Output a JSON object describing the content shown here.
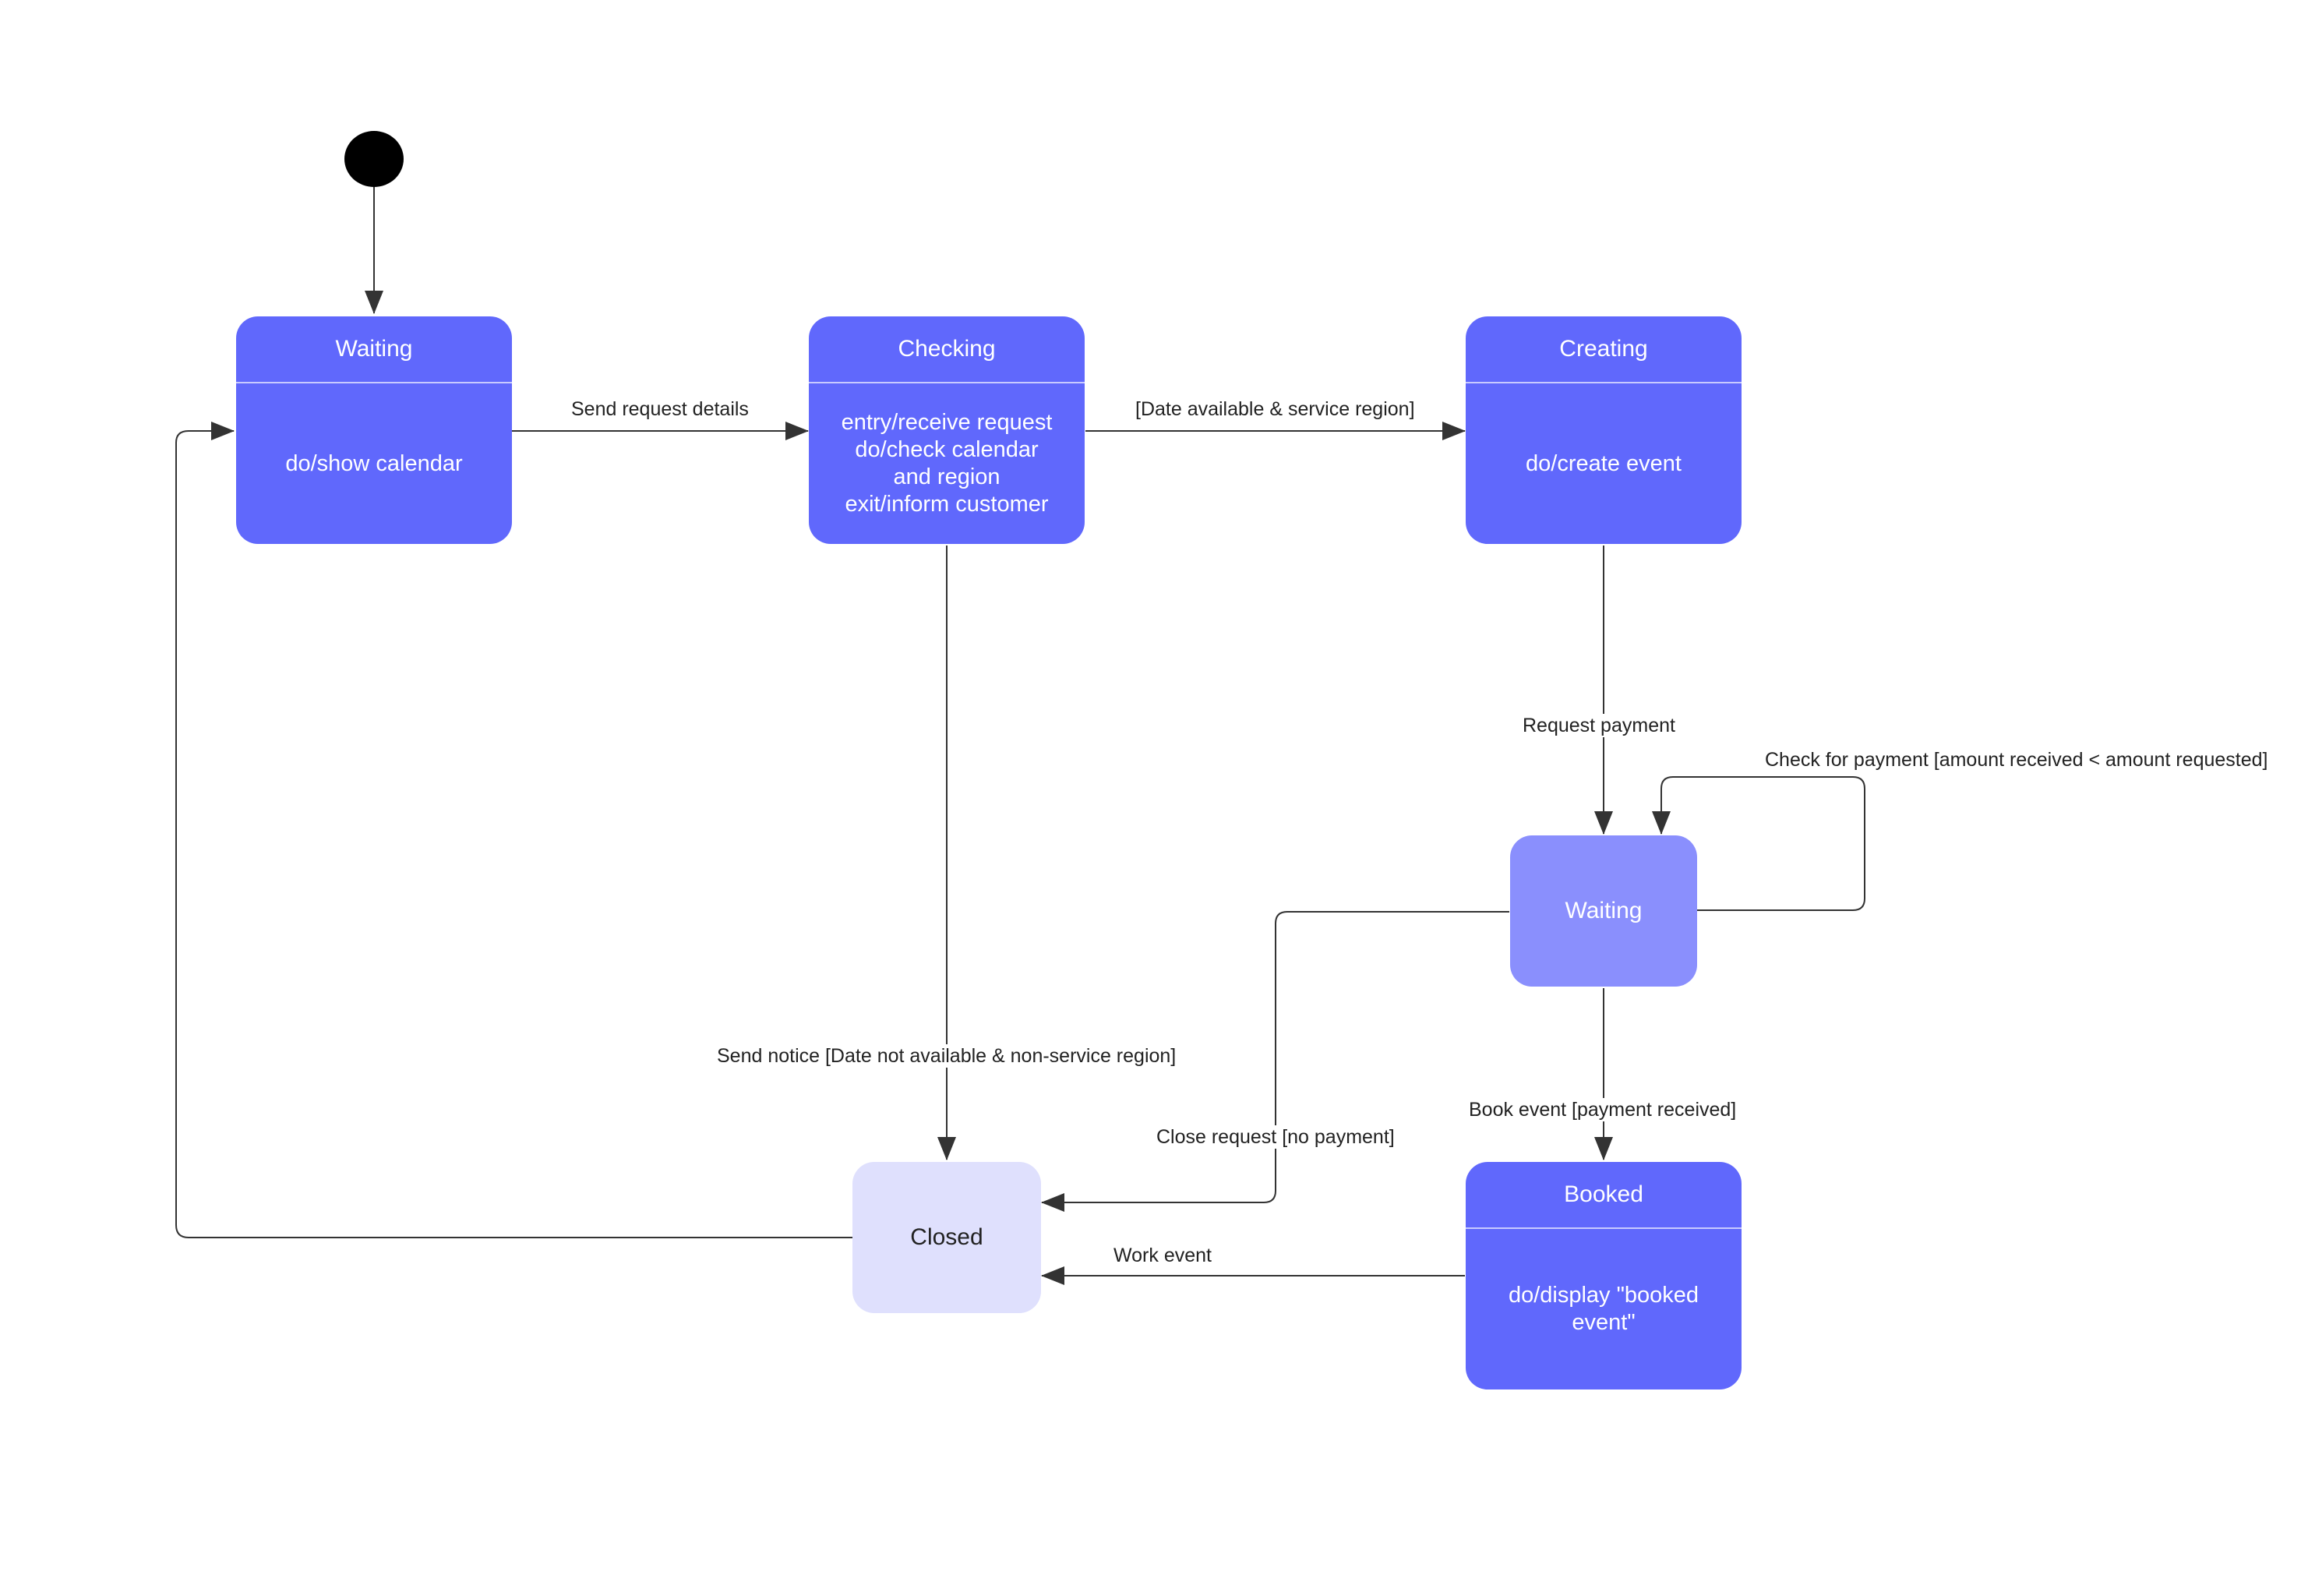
{
  "colors": {
    "state_fill": "#6068fc",
    "waiting_payment_fill": "#8a8ffd",
    "closed_fill": "#dfe0fd",
    "line": "#333333",
    "initial_node": "#000000"
  },
  "states": {
    "waiting": {
      "title": "Waiting",
      "actions": [
        "do/show calendar"
      ]
    },
    "checking": {
      "title": "Checking",
      "actions": [
        "entry/receive request",
        "do/check calendar",
        "and region",
        "exit/inform customer"
      ]
    },
    "creating": {
      "title": "Creating",
      "actions": [
        "do/create event"
      ]
    },
    "waiting_payment": {
      "title": "Waiting"
    },
    "booked": {
      "title": "Booked",
      "actions": [
        "do/display \"booked",
        "event\""
      ]
    },
    "closed": {
      "title": "Closed"
    }
  },
  "transitions": {
    "send_request_details": "Send request details",
    "date_available": "[Date available & service region]",
    "request_payment": "Request payment",
    "check_for_payment": "Check for payment [amount received < amount requested]",
    "send_notice": "Send notice [Date not available & non-service region]",
    "book_event": "Book event [payment received]",
    "close_request": "Close request [no payment]",
    "work_event": "Work event"
  }
}
